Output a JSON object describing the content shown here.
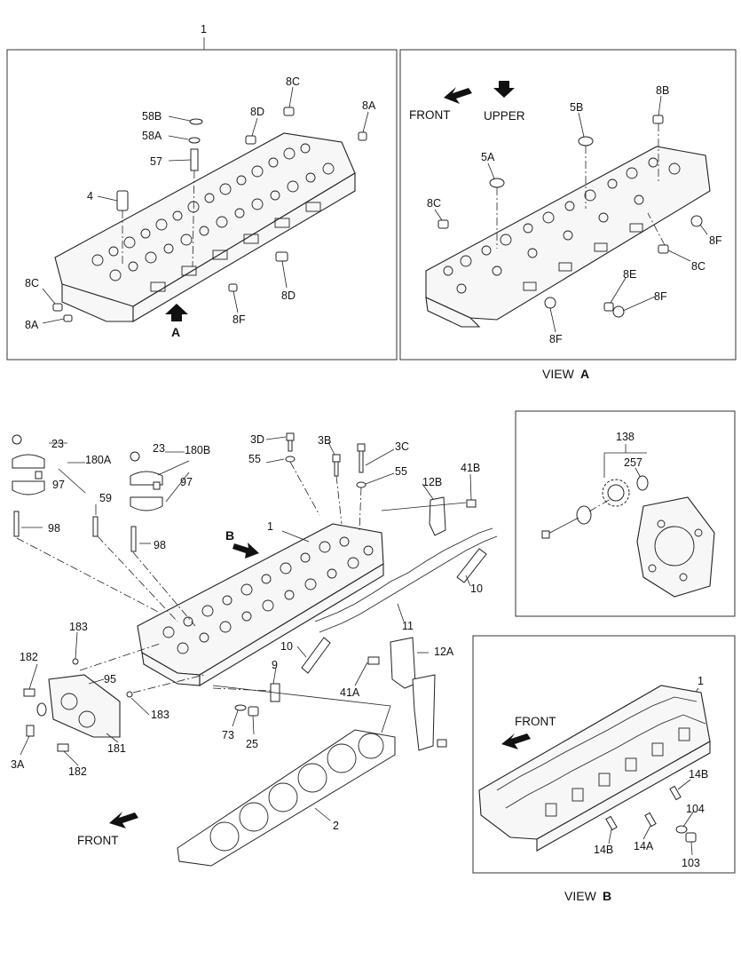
{
  "callouts": {
    "main_assembly": "1",
    "p1": {
      "c58b": "58B",
      "c58a": "58A",
      "c57": "57",
      "c4": "4",
      "c8d_top": "8D",
      "c8c_top": "8C",
      "c8a_right": "8A",
      "c8c_left": "8C",
      "c8a_left": "8A",
      "c8f": "8F",
      "c8d_bottom": "8D",
      "arrow_a": "A"
    },
    "p2": {
      "front": "FRONT",
      "upper": "UPPER",
      "c8b": "8B",
      "c5b": "5B",
      "c5a": "5A",
      "c8c_left": "8C",
      "c8f_right": "8F",
      "c8c_right": "8C",
      "c8e": "8E",
      "c8f_lower": "8F",
      "c8f_bottom": "8F"
    },
    "view_a": {
      "word": "VIEW",
      "letter": "A"
    },
    "p3": {
      "c138": "138",
      "c257": "257"
    },
    "exploded": {
      "c23_left": "23",
      "c180a": "180A",
      "c97_left": "97",
      "c98_left": "98",
      "c59": "59",
      "c23_mid": "23",
      "c180b": "180B",
      "c97_mid": "97",
      "c98_mid": "98",
      "c3d": "3D",
      "c55_left": "55",
      "c3b": "3B",
      "c3c": "3C",
      "c55_right": "55",
      "c12b": "12B",
      "c41b": "41B",
      "c1": "1",
      "arrow_b": "B",
      "c10_right": "10",
      "c11": "11",
      "c183_top": "183",
      "c182_top": "182",
      "c95": "95",
      "c183_mid": "183",
      "c3a": "3A",
      "c182_bottom": "182",
      "c181": "181",
      "c10_mid": "10",
      "c9": "9",
      "c12a": "12A",
      "c41a": "41A",
      "c73": "73",
      "c25": "25",
      "c2": "2",
      "front": "FRONT"
    },
    "p4": {
      "c1": "1",
      "front": "FRONT",
      "c14b_right": "14B",
      "c104": "104",
      "c14b_bottom": "14B",
      "c14a": "14A",
      "c103": "103"
    },
    "view_b": {
      "word": "VIEW",
      "letter": "B"
    }
  },
  "colors": {
    "line": "#222222",
    "background": "#ffffff",
    "arrow": "#111111"
  },
  "icons": [
    "direction-arrow-icon"
  ]
}
